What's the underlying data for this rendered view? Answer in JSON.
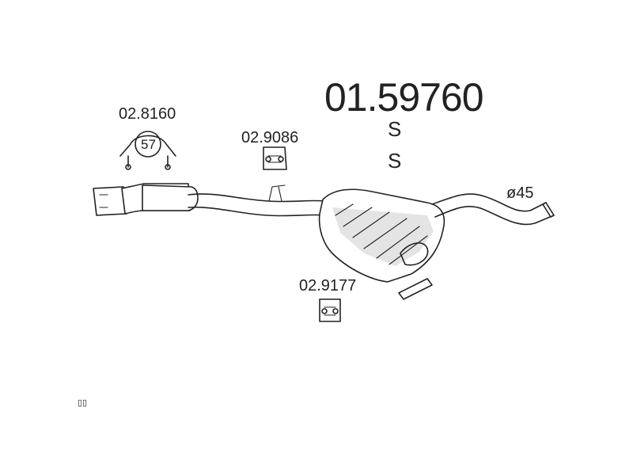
{
  "labels": {
    "main_part_number": "01.59760",
    "line_s1": "S",
    "line_s2": "S",
    "diameter": "ø45",
    "clamp_part": "02.8160",
    "clamp_size": "57",
    "hanger1_part": "02.9086",
    "hanger2_part": "02.9177",
    "footer_mark": "▯▯"
  },
  "icons": {
    "clamp": "clamp-icon",
    "hanger1": "rubber-hanger-icon",
    "hanger2": "rubber-hanger-icon",
    "muffler": "muffler-icon"
  }
}
